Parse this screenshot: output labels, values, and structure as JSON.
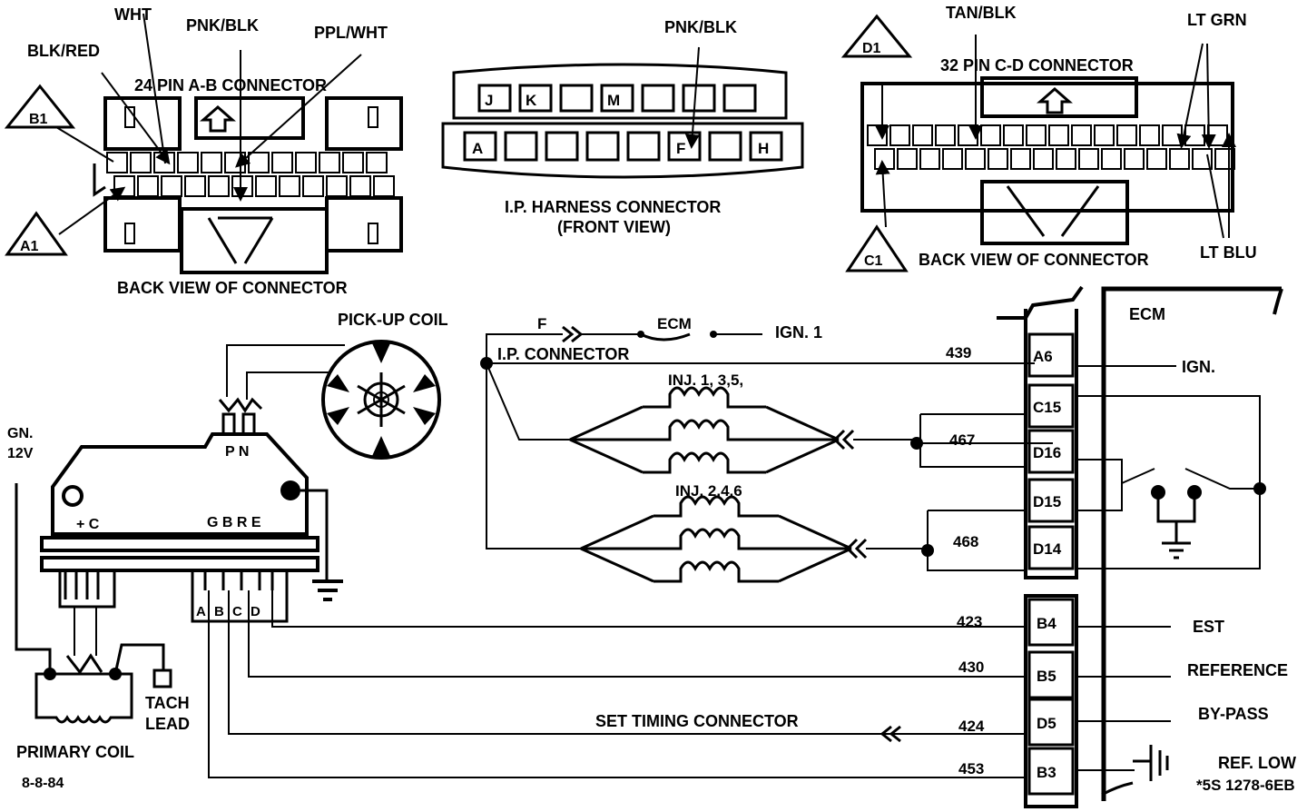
{
  "connector_ab": {
    "title": "24 PIN A-B CONNECTOR",
    "subtitle": "BACK VIEW OF CONNECTOR",
    "wire_labels": [
      "WHT",
      "PNK/BLK",
      "PPL/WHT",
      "BLK/RED"
    ],
    "pin_markers": [
      "B1",
      "A1"
    ]
  },
  "ip_harness": {
    "title": "I.P. HARNESS CONNECTOR",
    "subtitle": "(FRONT VIEW)",
    "wire_label": "PNK/BLK",
    "top_row": [
      "J",
      "K",
      "",
      "M",
      "",
      "",
      ""
    ],
    "bottom_row": [
      "A",
      "",
      "",
      "",
      "",
      "F",
      "",
      "H"
    ]
  },
  "connector_cd": {
    "title": "32 PIN C-D CONNECTOR",
    "subtitle": "BACK VIEW OF CONNECTOR",
    "wire_labels": [
      "TAN/BLK",
      "LT GRN",
      "LT BLU"
    ],
    "pin_markers": [
      "D1",
      "C1"
    ]
  },
  "schematic": {
    "pickup_coil": "PICK-UP COIL",
    "module_pins_top": "P N",
    "module_pins_mid_left": "+ C",
    "module_pins_mid_right": "G B R E",
    "module_terminals": [
      "A",
      "B",
      "C",
      "D"
    ],
    "supply": [
      "GN.",
      "12V"
    ],
    "primary_coil": "PRIMARY COIL",
    "tach_lead": [
      "TACH",
      "LEAD"
    ],
    "date": "8-8-84",
    "ip_connector": "I.P. CONNECTOR",
    "ip_pin": "F",
    "fuse_label": "ECM",
    "ign1": "IGN. 1",
    "inj_group_1": "INJ. 1, 3,5,",
    "inj_group_2": "INJ. 2,4,6",
    "set_timing": "SET  TIMING CONNECTOR",
    "ecm_title": "ECM",
    "ecm_ign": "IGN.",
    "part_no": "*5S 1278-6EB"
  },
  "ecm_pins_upper": [
    {
      "pin": "A6",
      "circuit": "439"
    },
    {
      "pin": "C15",
      "circuit": "467"
    },
    {
      "pin": "D16",
      "circuit": ""
    },
    {
      "pin": "D15",
      "circuit": "468"
    },
    {
      "pin": "D14",
      "circuit": ""
    }
  ],
  "ecm_pins_lower": [
    {
      "pin": "B4",
      "circuit": "423",
      "function": "EST"
    },
    {
      "pin": "B5",
      "circuit": "430",
      "function": "REFERENCE"
    },
    {
      "pin": "D5",
      "circuit": "424",
      "function": "BY-PASS"
    },
    {
      "pin": "B3",
      "circuit": "453",
      "function": "REF. LOW"
    }
  ]
}
